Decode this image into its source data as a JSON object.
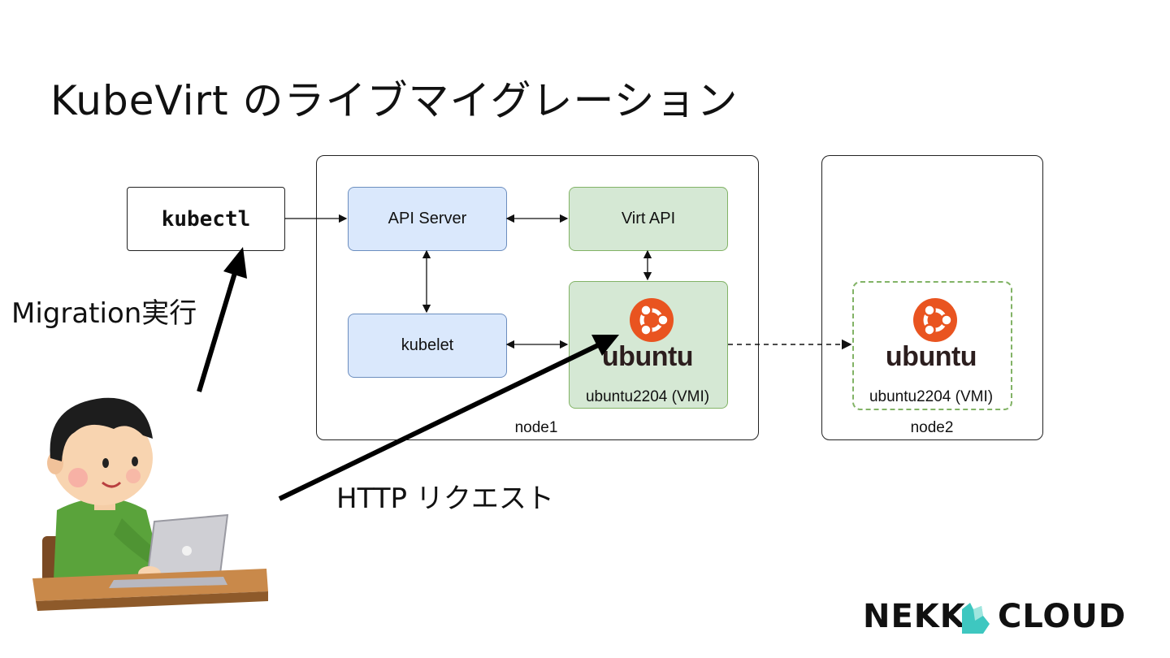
{
  "title": "KubeVirt のライブマイグレーション",
  "kubectl": "kubectl",
  "node1": {
    "label": "node1",
    "api_server": "API Server",
    "virt_api": "Virt API",
    "kubelet": "kubelet",
    "vmi": {
      "logo_text": "ubuntu",
      "label": "ubuntu2204 (VMI)"
    }
  },
  "node2": {
    "label": "node2",
    "vmi": {
      "logo_text": "ubuntu",
      "label": "ubuntu2204 (VMI)"
    }
  },
  "annotations": {
    "migration": "Migration実行",
    "http": "HTTP リクエスト"
  },
  "brand": {
    "left": "NEKK",
    "right": "CLOUD"
  },
  "colors": {
    "blue_fill": "#dae8fc",
    "blue_stroke": "#6c8ebf",
    "green_fill": "#d5e8d4",
    "green_stroke": "#82b366",
    "ubuntu_orange": "#e95420",
    "brand_teal": "#3ec7c0"
  },
  "icons": [
    "user-at-laptop-illustration",
    "ubuntu-logo-icon",
    "nekko-cloud-logo"
  ]
}
